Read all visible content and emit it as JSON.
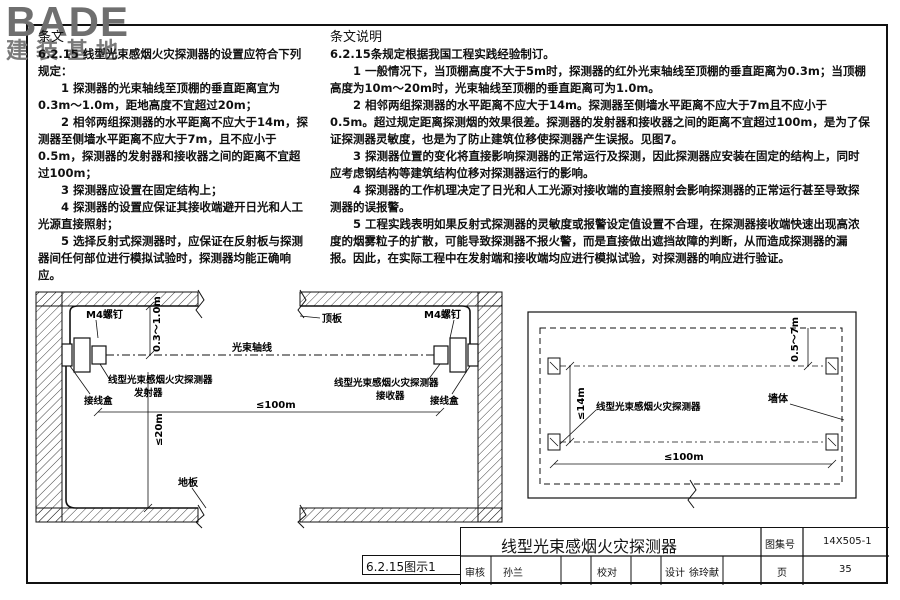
{
  "logo": {
    "main": "BADE",
    "sub": "建装基地"
  },
  "left_column": {
    "heading": "条文",
    "lines": [
      "6.2.15 线型光束感烟火灾探测器的设置应符合下列规定：",
      "1 探测器的光束轴线至顶棚的垂直距离宜为0.3m～1.0m，距地高度不宜超过20m；",
      "2 相邻两组探测器的水平距离不应大于14m，探测器至侧墙水平距离不应大于7m，且不应小于0.5m，探测器的发射器和接收器之间的距离不宜超过100m；",
      "3 探测器应设置在固定结构上；",
      "4 探测器的设置应保证其接收端避开日光和人工光源直接照射；",
      "5 选择反射式探测器时，应保证在反射板与探测器间任何部位进行模拟试验时，探测器均能正确响应。"
    ]
  },
  "right_column": {
    "heading": "条文说明",
    "lines": [
      "6.2.15条规定根据我国工程实践经验制订。",
      "1 一般情况下，当顶棚高度不大于5m时，探测器的红外光束轴线至顶棚的垂直距离为0.3m；当顶棚高度为10m～20m时，光束轴线至顶棚的垂直距离可为1.0m。",
      "2 相邻两组探测器的水平距离不应大于14m。探测器至侧墙水平距离不应大于7m且不应小于0.5m。超过规定距离探测烟的效果很差。探测器的发射器和接收器之间的距离不宜超过100m，是为了保证探测器灵敏度，也是为了防止建筑位移使探测器产生误报。见图7。",
      "3 探测器位置的变化将直接影响探测器的正常运行及探测，因此探测器应安装在固定的结构上，同时应考虑钢结构等建筑结构位移对探测器运行的影响。",
      "4 探测器的工作机理决定了日光和人工光源对接收端的直接照射会影响探测器的正常运行甚至导致探测器的误报警。",
      "5 工程实践表明如果反射式探测器的灵敏度或报警设定值设置不合理，在探测器接收端快速出现高浓度的烟雾粒子的扩散，可能导致探测器不报火警，而是直接做出遮挡故障的判断，从而造成探测器的漏报。因此，在实际工程中在发射端和接收端均应进行模拟试验，对探测器的响应进行验证。"
    ]
  },
  "section_view": {
    "label_screw_left": "M4螺钉",
    "label_screw_right": "M4螺钉",
    "label_ceiling": "顶板",
    "label_dim_top": "0.3～1.0m",
    "label_axis": "光束轴线",
    "label_emitter_1": "线型光束感烟火灾探测器",
    "label_emitter_2": "发射器",
    "label_junction_left": "接线盒",
    "label_receiver_1": "线型光束感烟火灾探测器",
    "label_receiver_2": "接收器",
    "label_junction_right": "接线盒",
    "label_len": "≤100m",
    "label_height": "≤20m",
    "label_floor": "地板"
  },
  "plan_view": {
    "label_side": "0.5～7m",
    "label_spacing": "≤14m",
    "label_detector": "线型光束感烟火灾探测器",
    "label_wall": "墙体",
    "label_len": "≤100m"
  },
  "figure_label": "6.2.15图示1",
  "title_block": {
    "title": "线型光束感烟火灾探测器",
    "atlas_label": "图集号",
    "atlas_no": "14X505-1",
    "review_label": "审核",
    "reviewer": "孙兰",
    "check_label": "校对",
    "design_label": "设计",
    "designer": "徐玲献",
    "page_label": "页",
    "page_no": "35"
  },
  "colors": {
    "ink": "#111111",
    "logo": "#6f6f6f"
  }
}
